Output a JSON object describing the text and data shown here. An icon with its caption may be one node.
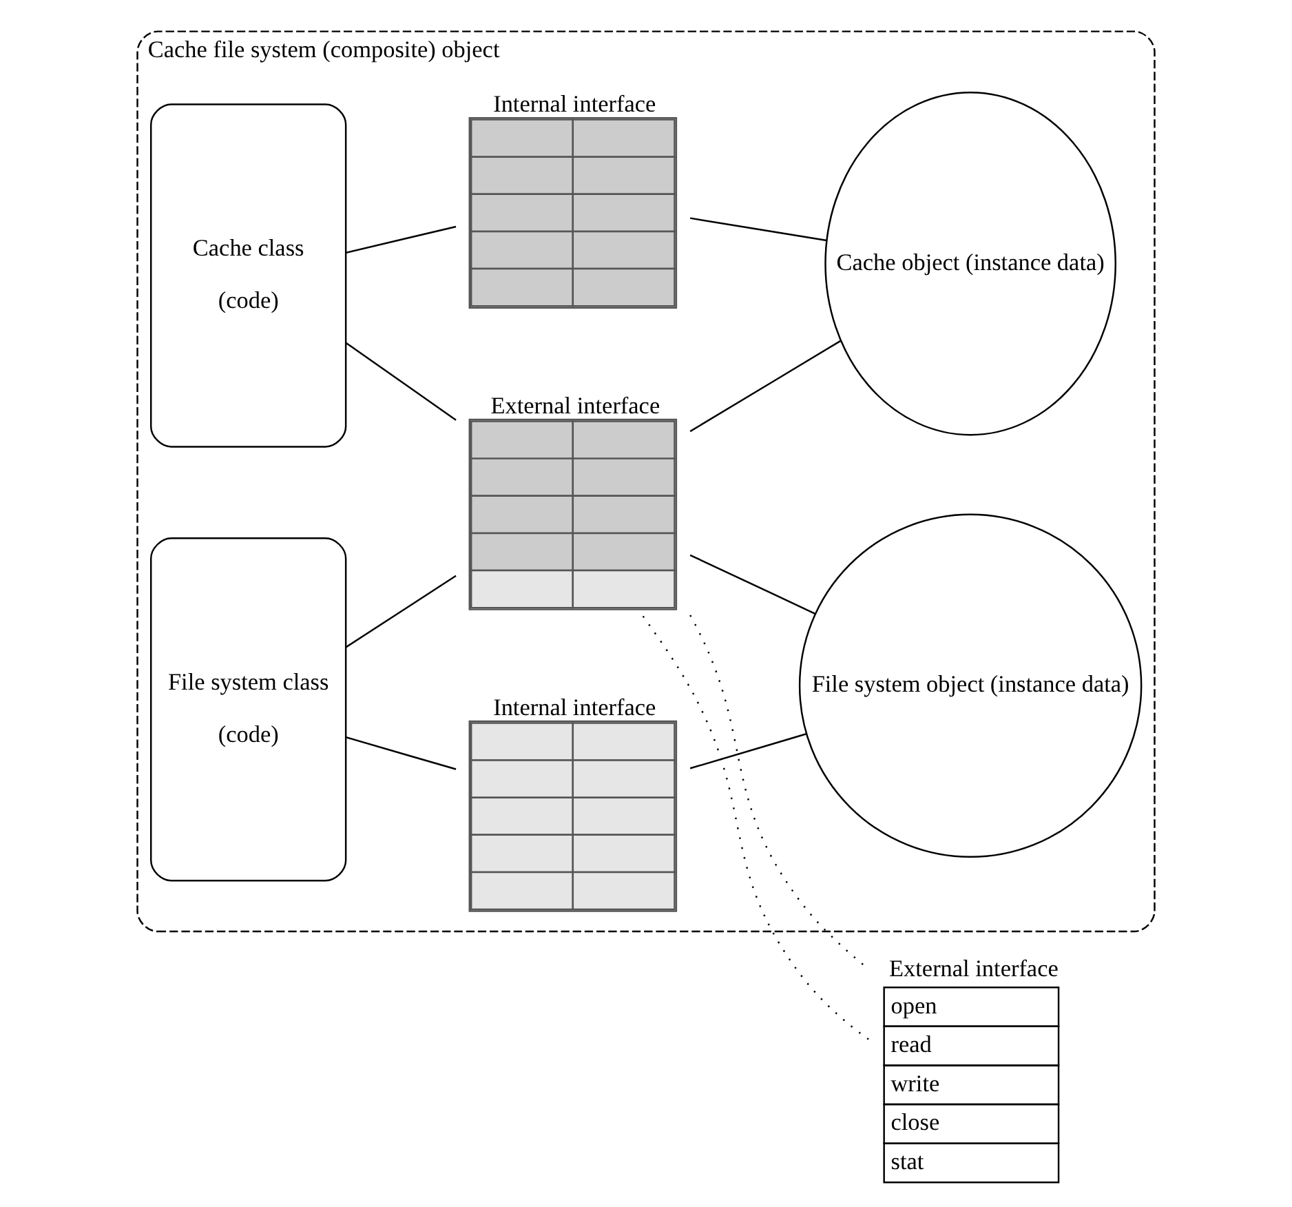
{
  "diagram": {
    "nodes": [
      {
        "text": [
          "Cache file system (composite) object"
        ]
      },
      {
        "text": [
          "Cache class",
          "(code)"
        ],
        "in": 0
      },
      {
        "text": [
          "Internal interface"
        ],
        "in": 0
      },
      {
        "text": [
          "Cache object (instance data)"
        ],
        "in": 0
      },
      {
        "text": [
          "External interface"
        ],
        "in": 0
      },
      {
        "text": [
          "File system class",
          "(code)"
        ],
        "in": 0
      },
      {
        "text": [
          "Internal interface"
        ],
        "in": 0
      },
      {
        "text": [
          "File system object (instance data)"
        ],
        "in": 0
      },
      {
        "text": [
          "External interface",
          "open",
          "read",
          "write",
          "close",
          "stat"
        ]
      }
    ],
    "edges": [
      {
        "from": 1,
        "to": 2,
        "arrow": "none"
      },
      {
        "from": 1,
        "to": 4,
        "arrow": "none"
      },
      {
        "from": 2,
        "to": 3,
        "arrow": "none"
      },
      {
        "from": 4,
        "to": 3,
        "arrow": "none"
      },
      {
        "from": 5,
        "to": 4,
        "arrow": "none"
      },
      {
        "from": 5,
        "to": 6,
        "arrow": "none"
      },
      {
        "from": 4,
        "to": 7,
        "arrow": "none"
      },
      {
        "from": 6,
        "to": 7,
        "arrow": "none"
      },
      {
        "from": 4,
        "to": 8,
        "arrow": "none",
        "style": "dashed"
      },
      {
        "from": 4,
        "to": 8,
        "arrow": "none",
        "style": "dashed"
      }
    ]
  }
}
